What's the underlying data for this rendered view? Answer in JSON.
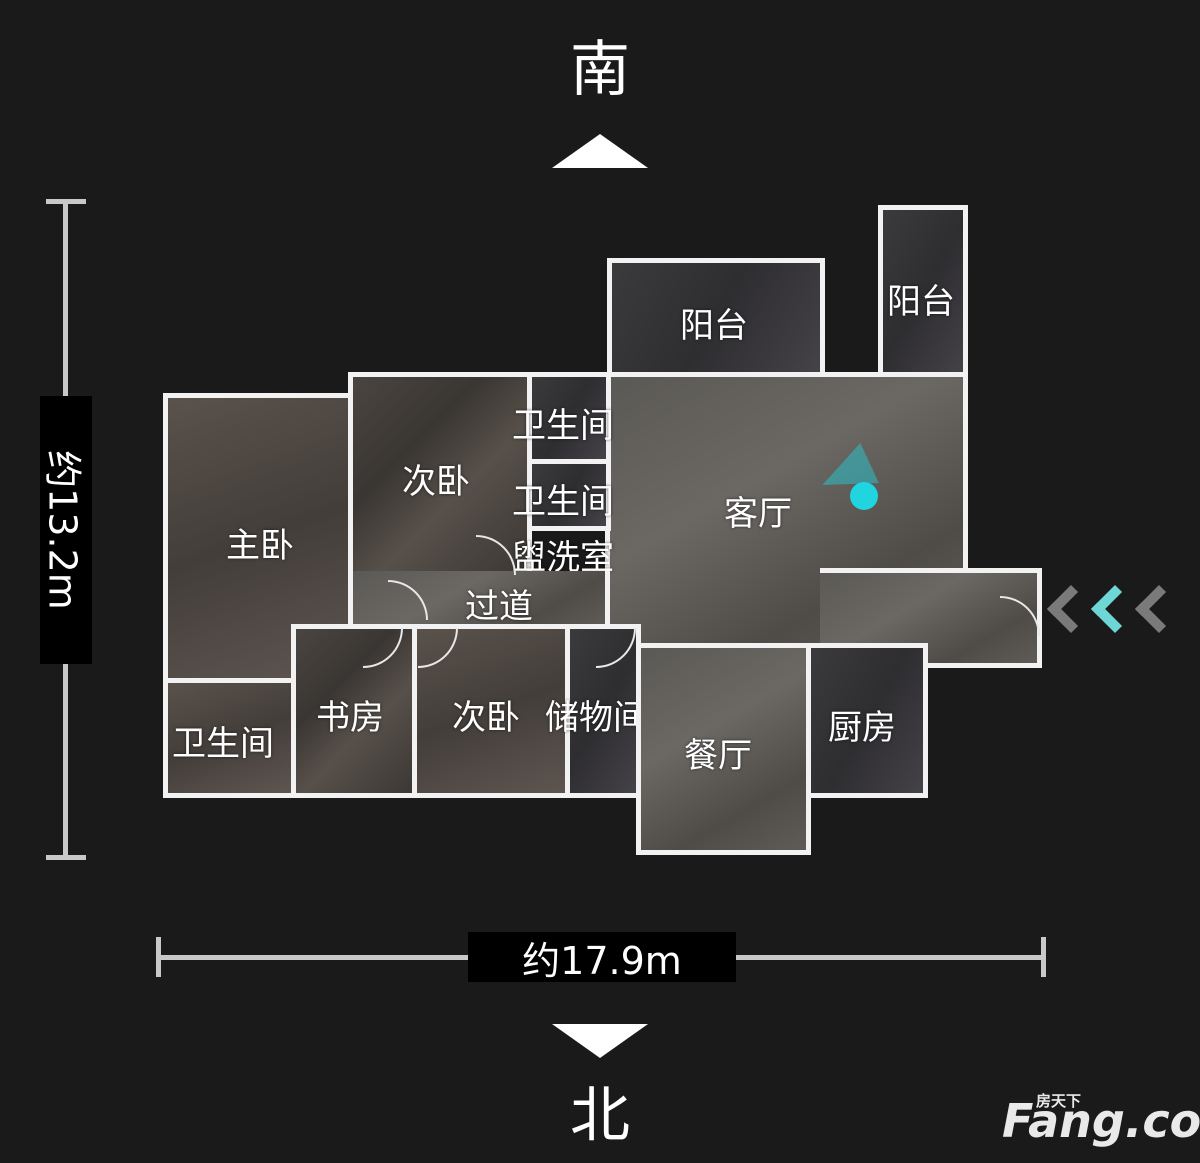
{
  "compass": {
    "top": "南",
    "bottom": "北"
  },
  "dimensions": {
    "height": "约13.2m",
    "width": "约17.9m"
  },
  "rooms": {
    "balcony_1": "阳台",
    "balcony_2": "阳台",
    "master_bedroom": "主卧",
    "second_bedroom_1": "次卧",
    "bathroom_1": "卫生间",
    "bathroom_2": "卫生间",
    "laundry": "盥洗室",
    "hallway": "过道",
    "living_room": "客厅",
    "bathroom_3": "卫生间",
    "study": "书房",
    "second_bedroom_2": "次卧",
    "storage": "储物间",
    "dining_room": "餐厅",
    "kitchen": "厨房"
  },
  "colors": {
    "accent": "#20d4e0",
    "wall": "#f2f2f2",
    "background": "#1a1a1a"
  },
  "watermark": {
    "brand": "Fang.com",
    "brand_cn": "房天下"
  }
}
